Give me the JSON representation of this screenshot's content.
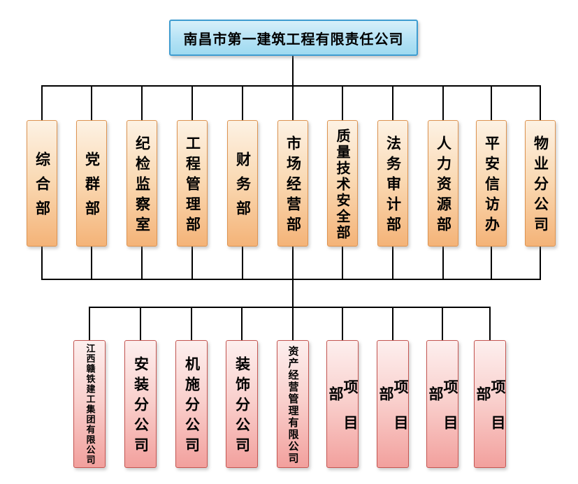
{
  "diagram": {
    "root": {
      "label": "南昌市第一建筑工程有限责任公司"
    },
    "tier1": [
      {
        "label": "综合部"
      },
      {
        "label": "党群部"
      },
      {
        "label": "纪检监察室"
      },
      {
        "label": "工程管理部"
      },
      {
        "label": "财务部"
      },
      {
        "label": "市场经营部"
      },
      {
        "label": "质量技术安全部"
      },
      {
        "label": "法务审计部"
      },
      {
        "label": "人力资源部"
      },
      {
        "label": "平安信访办"
      },
      {
        "label": "物业分公司"
      }
    ],
    "tier2": [
      {
        "label": "江西赣铁建工集团有限公司"
      },
      {
        "label": "安装分公司"
      },
      {
        "label": "机施分公司"
      },
      {
        "label": "装饰分公司"
      },
      {
        "label": "资产经营管理有限公司"
      },
      {
        "label": "项目部"
      },
      {
        "label": "项目部"
      },
      {
        "label": "项目部"
      },
      {
        "label": "项目部"
      }
    ],
    "colors": {
      "root_fill_top": "#D7F0FA",
      "root_fill_bottom": "#9FDAF0",
      "root_border": "#3E9CD0",
      "tier1_fill_top": "#FDF2E4",
      "tier1_fill_bottom": "#F4B378",
      "tier1_border": "#DD9350",
      "tier2_fill_top": "#FDEFEE",
      "tier2_fill_bottom": "#F2A09D",
      "tier2_border": "#C45551",
      "connector": "#000000",
      "text": "#000000",
      "background": "#FFFFFF"
    }
  }
}
